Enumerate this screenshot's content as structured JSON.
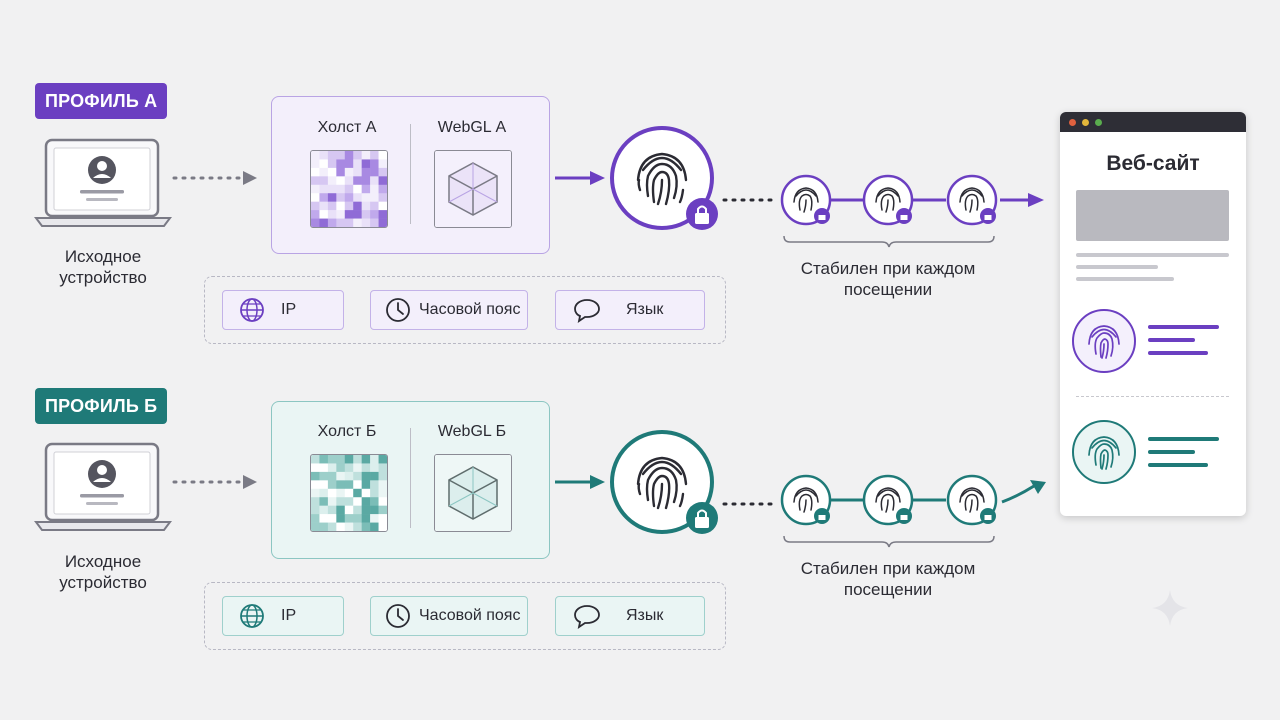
{
  "profiles": [
    {
      "badge": "ПРОФИЛЬ А",
      "device_label": "Исходное\nустройство",
      "canvas_label": "Холст А",
      "webgl_label": "WebGL А",
      "chips": [
        {
          "label": "IP",
          "icon": "globe-icon"
        },
        {
          "label": "Часовой пояс",
          "icon": "clock-icon"
        },
        {
          "label": "Язык",
          "icon": "speech-bubble-icon"
        }
      ],
      "stable_label": "Стабилен при каждом\nпосещении",
      "color": "#6b3fc1",
      "panel_bg": "#f3effb",
      "panel_border": "#b9a4e4"
    },
    {
      "badge": "ПРОФИЛЬ Б",
      "device_label": "Исходное\nустройство",
      "canvas_label": "Холст Б",
      "webgl_label": "WebGL Б",
      "chips": [
        {
          "label": "IP",
          "icon": "globe-icon"
        },
        {
          "label": "Часовой пояс",
          "icon": "clock-icon"
        },
        {
          "label": "Язык",
          "icon": "speech-bubble-icon"
        }
      ],
      "stable_label": "Стабилен при каждом\nпосещении",
      "color": "#1f7a78",
      "panel_bg": "#eaf5f4",
      "panel_border": "#8cc6c2"
    }
  ],
  "website": {
    "title": "Веб-сайт"
  }
}
